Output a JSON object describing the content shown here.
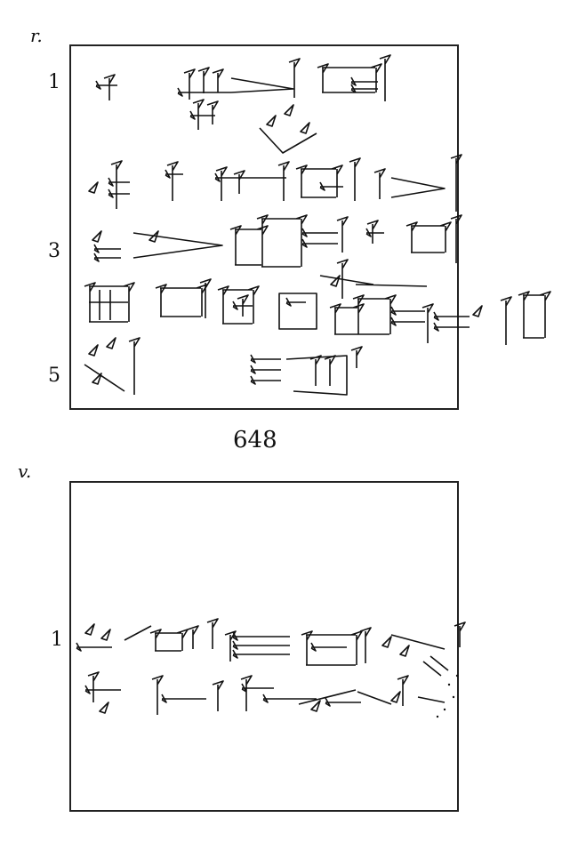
{
  "obverse": {
    "side_label": "r.",
    "line_numbers": [
      "1",
      "3",
      "5"
    ]
  },
  "tablet_number": "648",
  "reverse": {
    "side_label": "v.",
    "line_numbers": [
      "1"
    ]
  }
}
